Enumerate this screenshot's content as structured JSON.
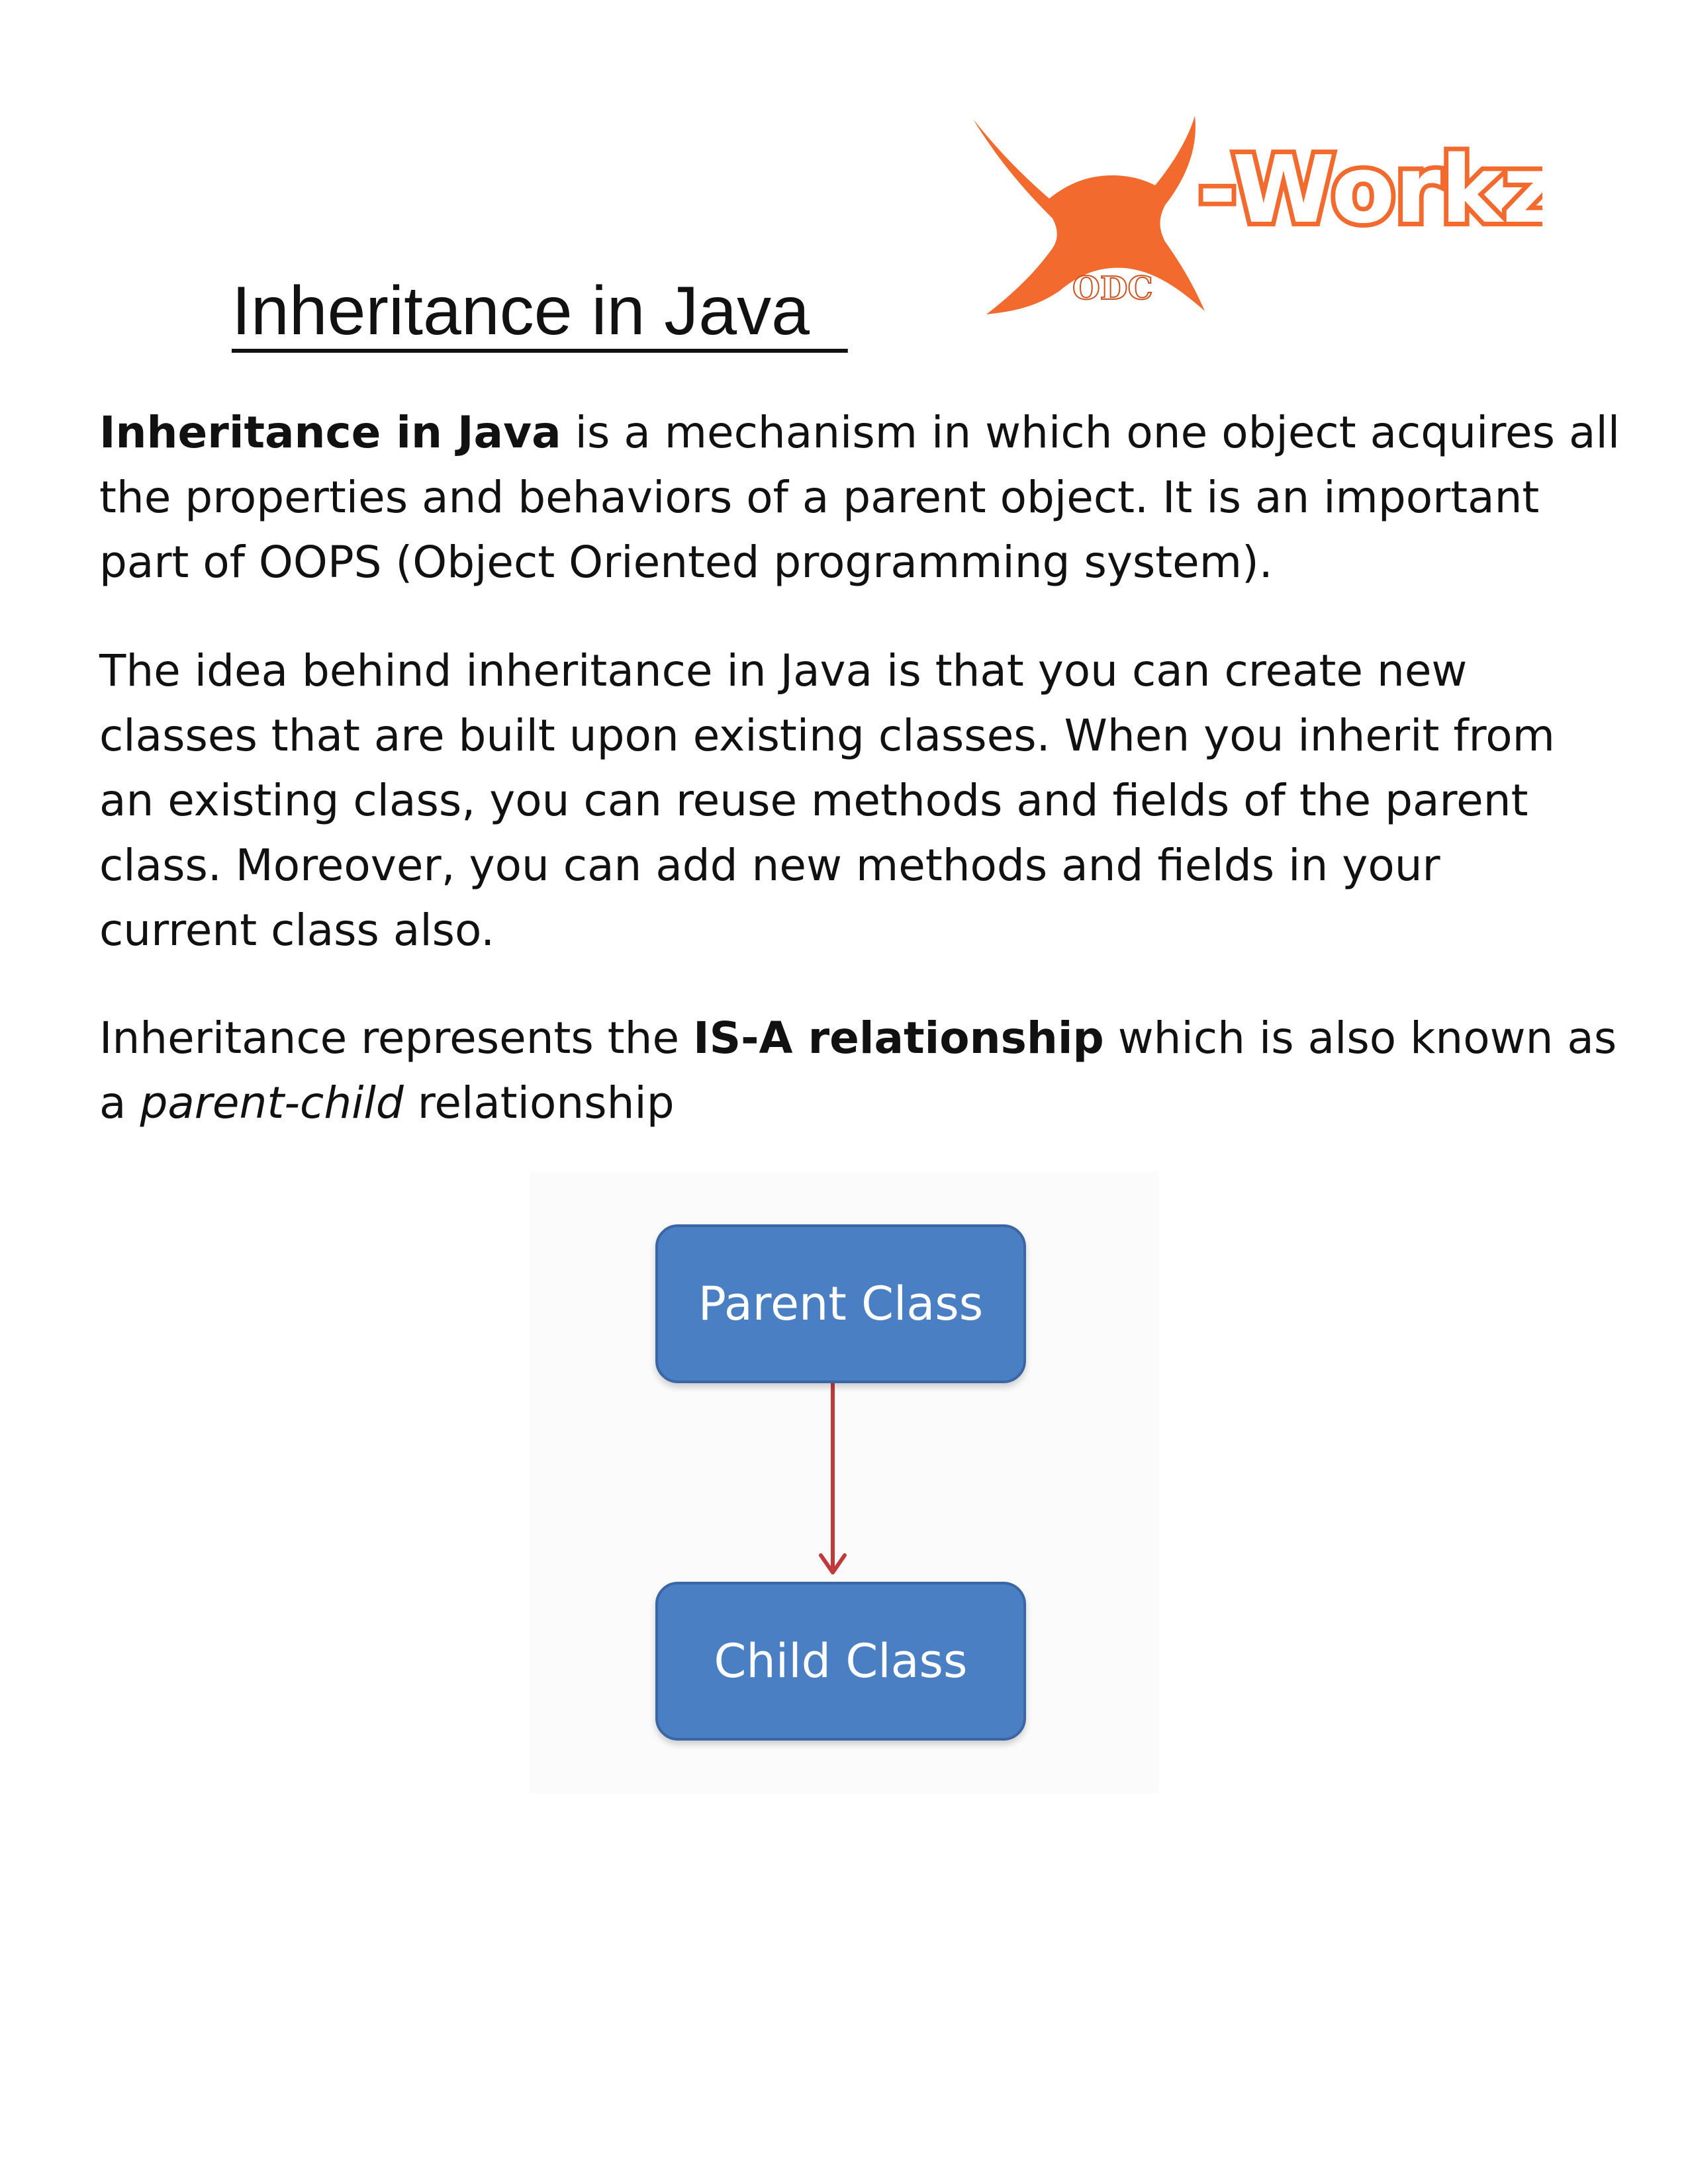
{
  "header": {
    "title": "Inheritance in Java  ",
    "logo": {
      "name": "X-Workz ODC logo",
      "text_main": "-Workz",
      "text_sub": "ODC",
      "color": "#f26a2e"
    }
  },
  "paragraphs": {
    "p1": {
      "line1_bold": "Inheritance in Java",
      "line1_rest": " is a mechanism in which one object acquires all",
      "line2": "the properties and behaviors of a parent object. It is an important",
      "line3": "part of OOPS (Object Oriented programming system)."
    },
    "p2": {
      "line1": "The idea behind inheritance in Java is that you can create new",
      "line2": "classes that are built upon existing classes. When you inherit from",
      "line3": "an existing class, you can reuse methods and fields of the parent",
      "line4": "class. Moreover, you can add new methods and fields in your",
      "line5": "current class also."
    },
    "p3": {
      "line1_start": "Inheritance represents the ",
      "line1_bold": "IS-A relationship",
      "line1_end": " which is also known as",
      "line2_start": "a ",
      "line2_italic": "parent-child",
      "line2_end": " relationship"
    }
  },
  "diagram": {
    "parent_label": "Parent Class",
    "child_label": "Child Class",
    "box_color": "#4a7fc4",
    "arrow_color": "#c0393b"
  }
}
